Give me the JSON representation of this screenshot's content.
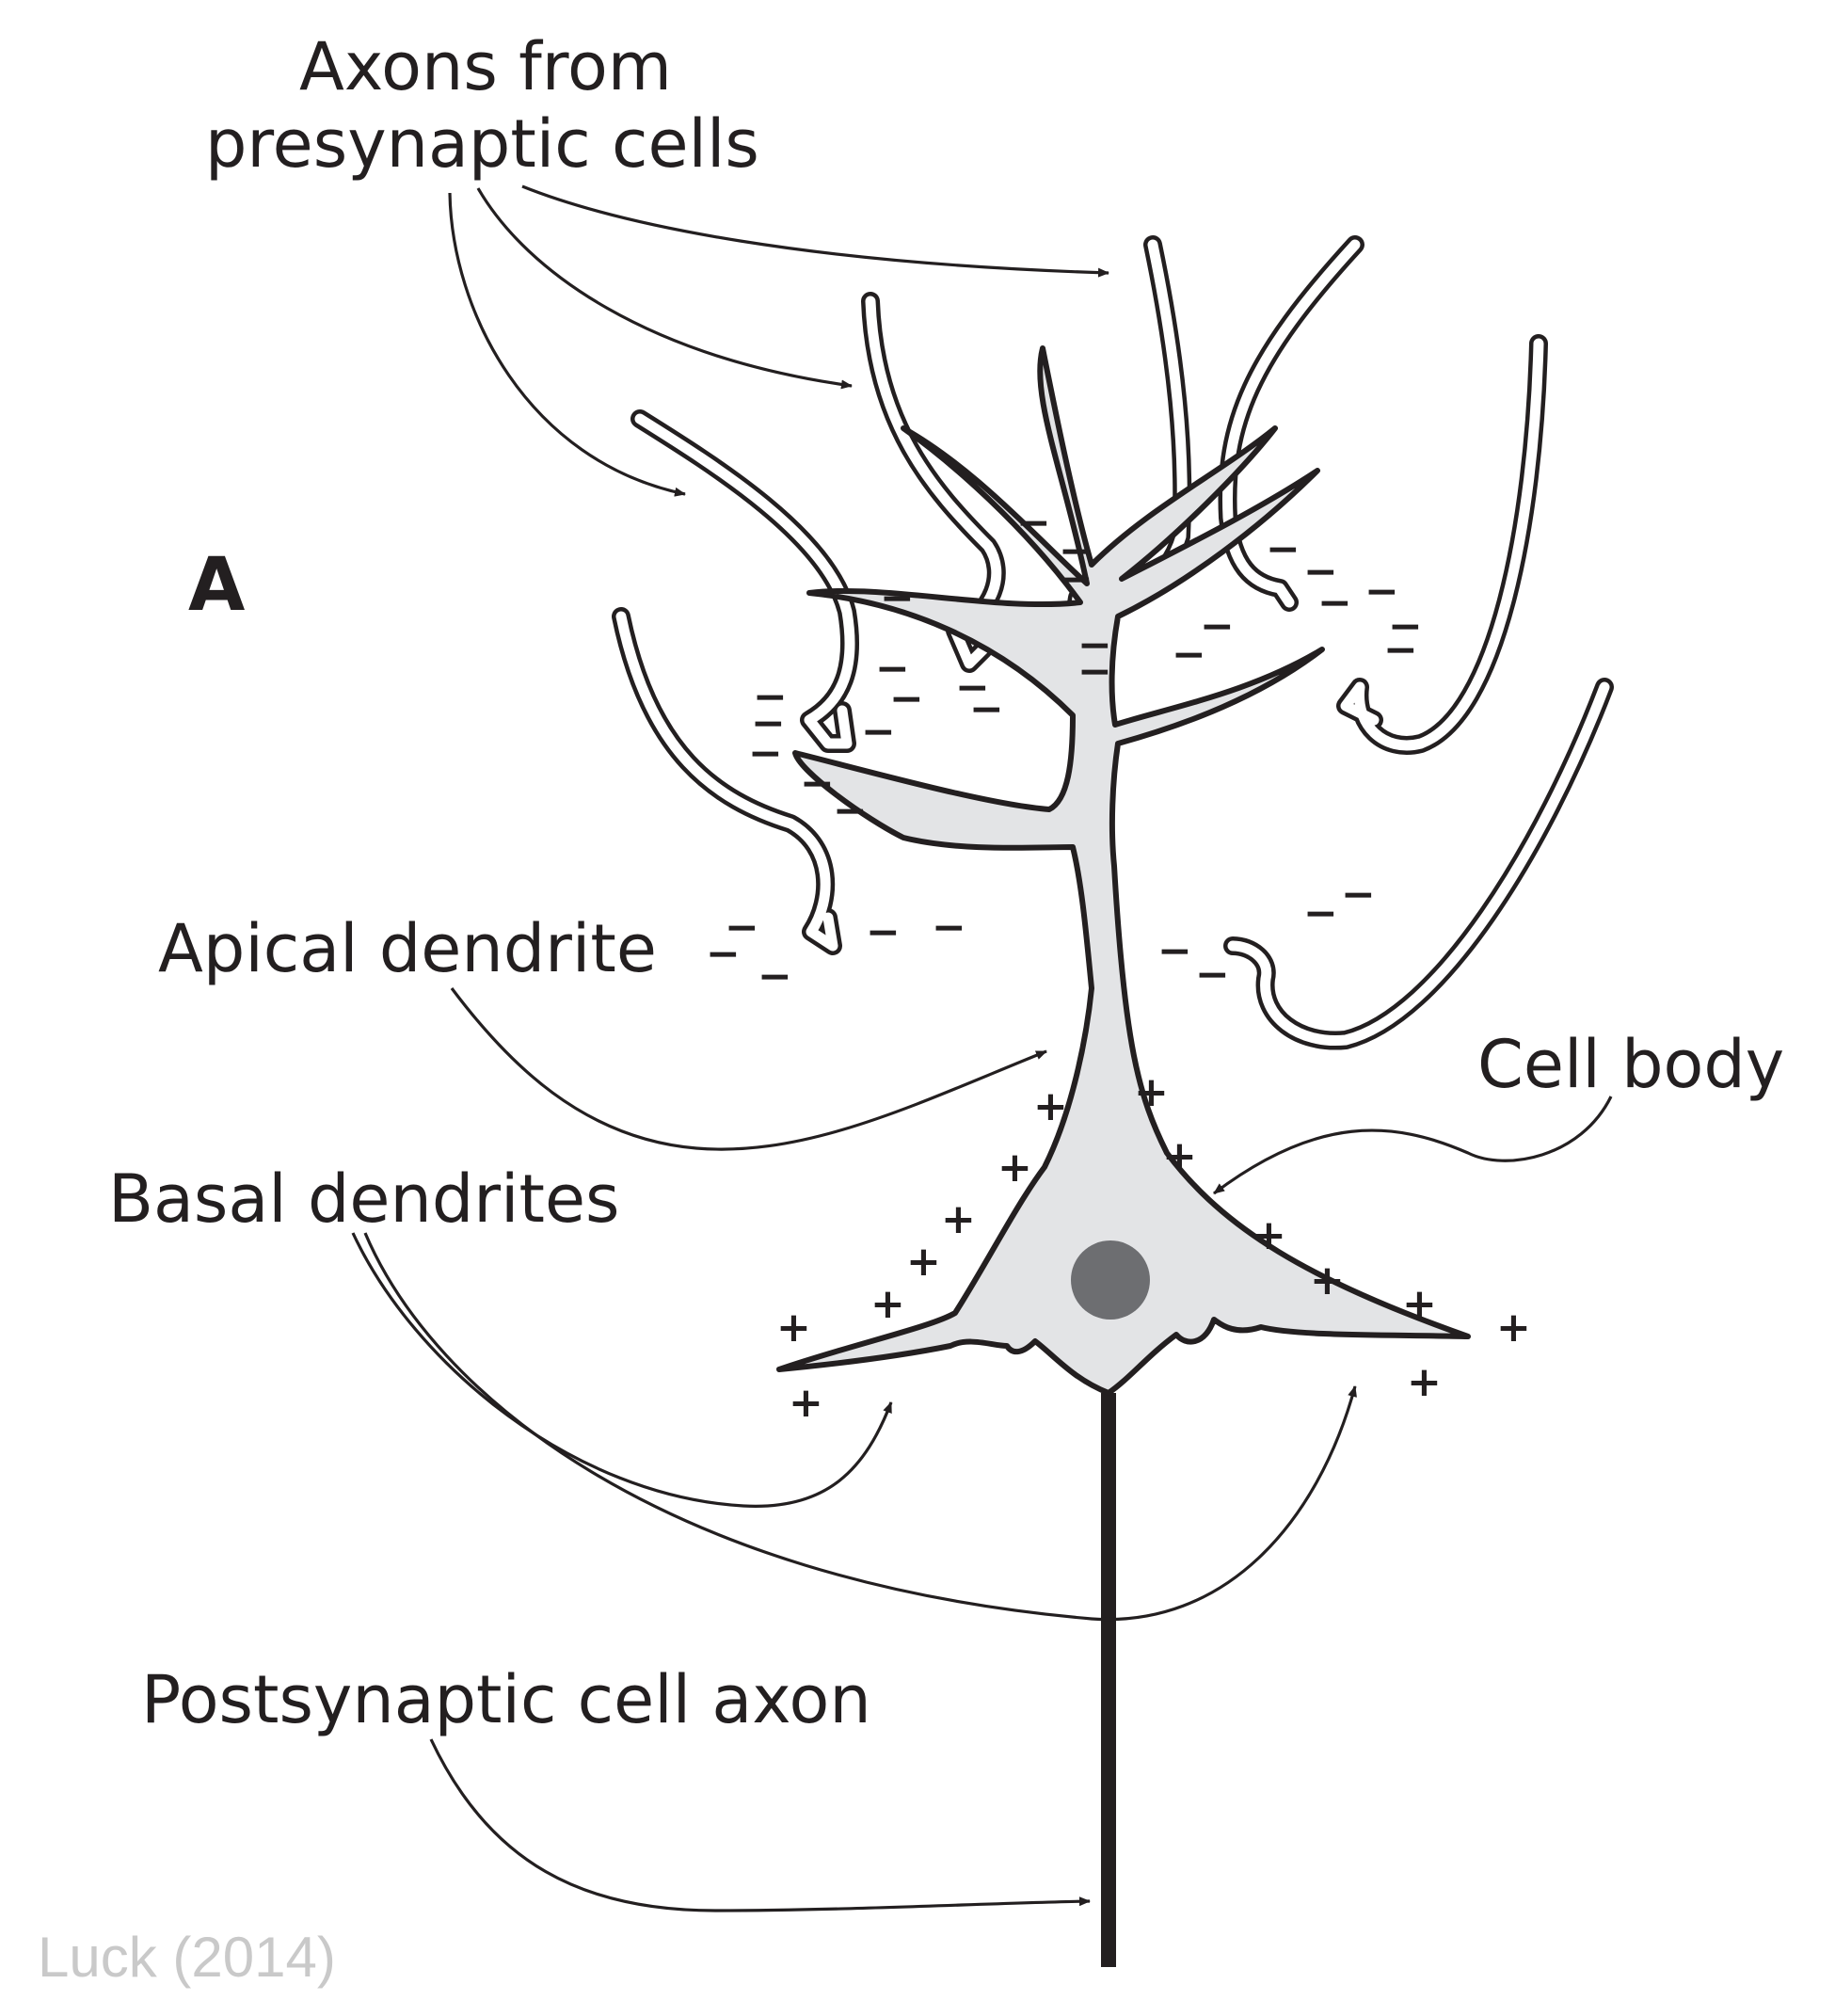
{
  "diagram": {
    "panel_letter": "A",
    "labels": {
      "axons_line1": "Axons from",
      "axons_line2": "presynaptic cells",
      "apical": "Apical dendrite",
      "cell_body": "Cell body",
      "basal": "Basal dendrites",
      "postsynaptic": "Postsynaptic cell axon"
    },
    "credit": "Luck (2014)",
    "charge_symbols": {
      "negative": "−",
      "positive": "+"
    },
    "colors": {
      "ink": "#231f20",
      "cell_fill": "#e3e4e6",
      "nucleus": "#6d6e71",
      "credit": "#c9c9c9"
    }
  }
}
